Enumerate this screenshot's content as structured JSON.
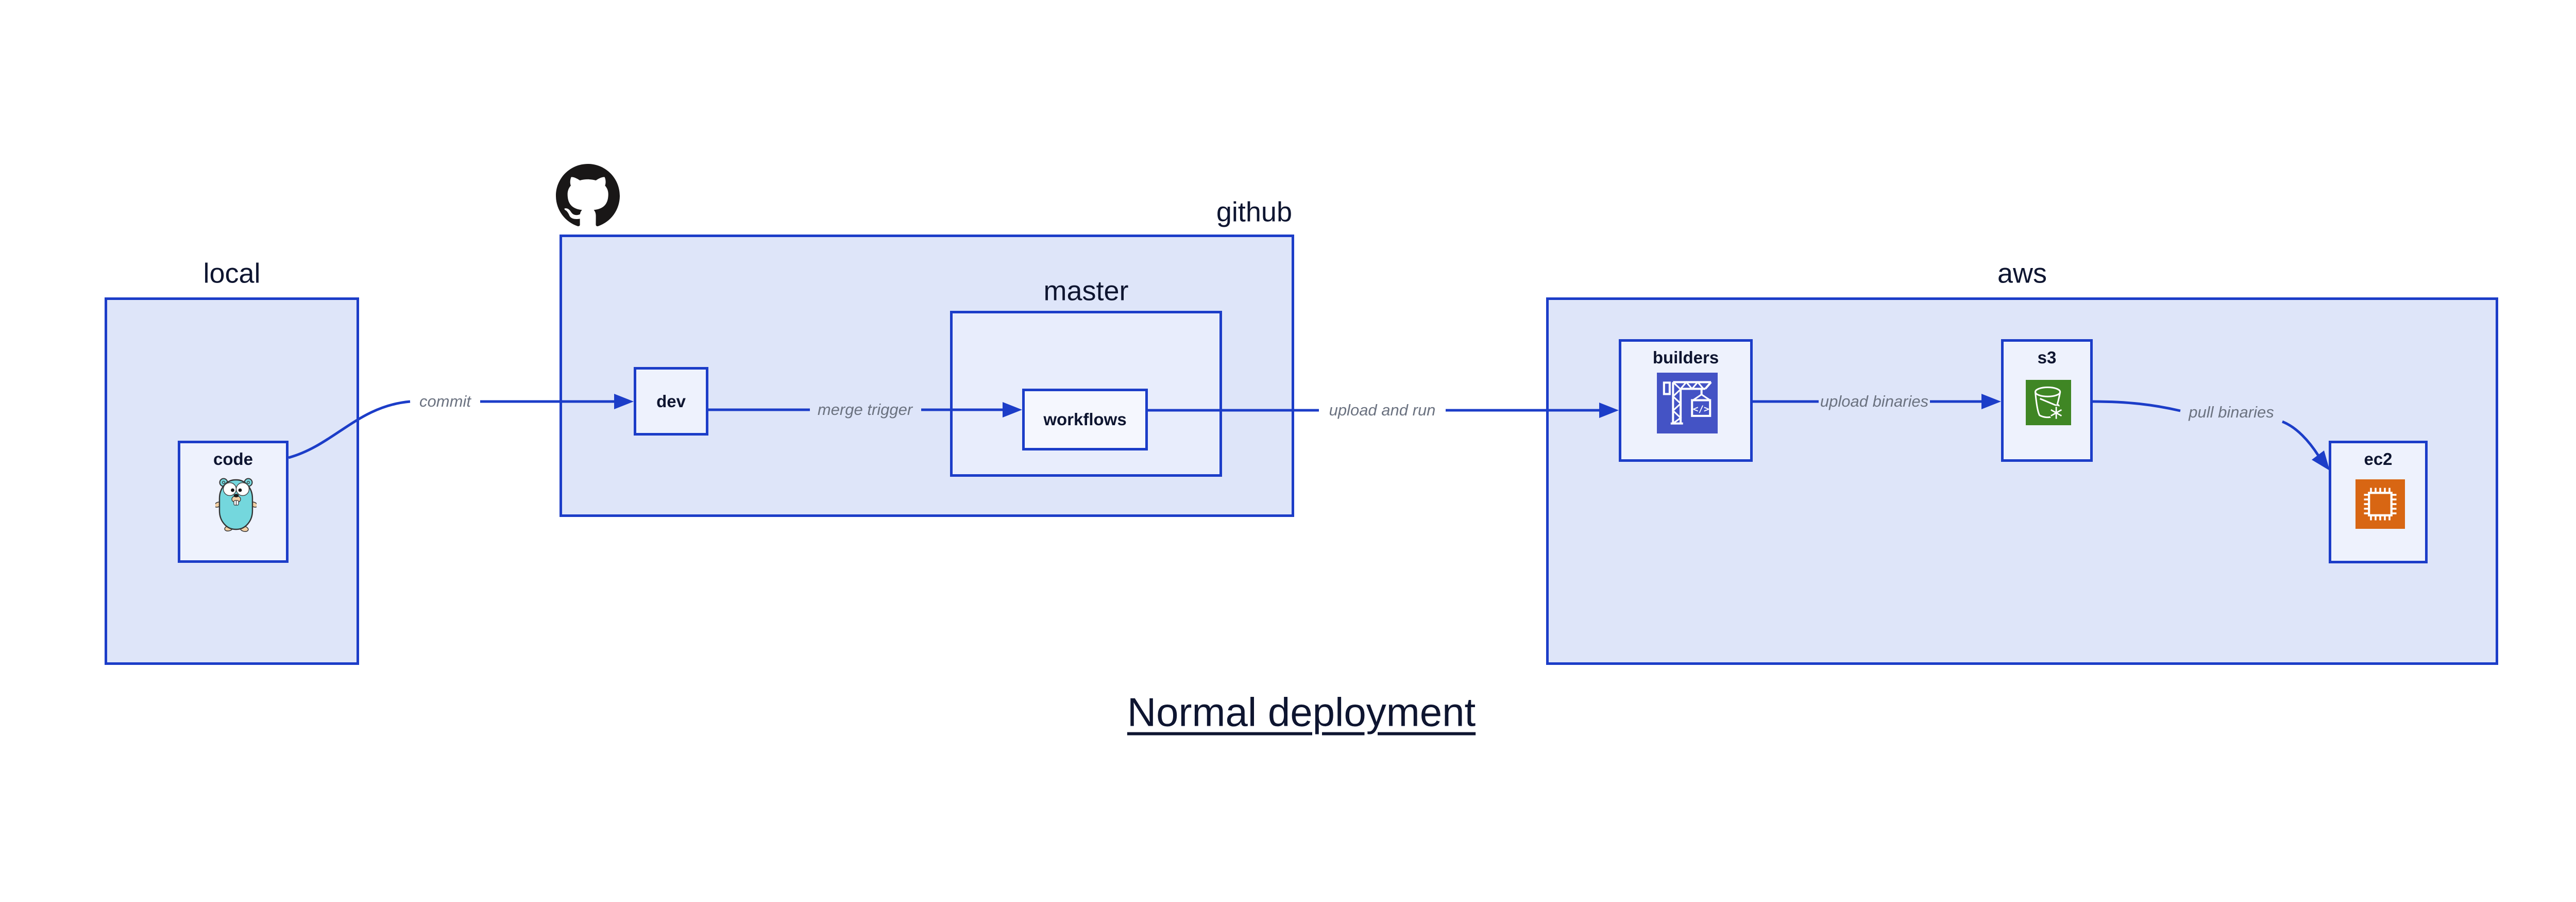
{
  "title": {
    "text": "Normal deployment"
  },
  "groups": {
    "local": {
      "label": "local"
    },
    "github": {
      "label": "github"
    },
    "master": {
      "label": "master"
    },
    "aws": {
      "label": "aws"
    }
  },
  "nodes": {
    "code": {
      "label": "code"
    },
    "dev": {
      "label": "dev"
    },
    "workflows": {
      "label": "workflows"
    },
    "builders": {
      "label": "builders"
    },
    "s3": {
      "label": "s3"
    },
    "ec2": {
      "label": "ec2"
    }
  },
  "edges": {
    "commit": {
      "label": "commit",
      "from": "code",
      "to": "dev"
    },
    "merge_trigger": {
      "label": "merge trigger",
      "from": "dev",
      "to": "workflows"
    },
    "upload_and_run": {
      "label": "upload and run",
      "from": "workflows",
      "to": "builders"
    },
    "upload_binaries": {
      "label": "upload binaries",
      "from": "builders",
      "to": "s3"
    },
    "pull_binaries": {
      "label": "pull binaries",
      "from": "s3",
      "to": "ec2"
    }
  },
  "icons": {
    "octocat": "github-octocat",
    "gopher": "go-gopher",
    "codebuild": "aws-codebuild-crane",
    "codebuild_glyph": "</>",
    "s3_glacier": "aws-s3-glacier-bucket",
    "ec2_chip": "aws-ec2-chip"
  },
  "colors": {
    "blue": "#1c3dc8",
    "container_fill": "#dee5f9",
    "master_fill": "#e8edfc",
    "node_fill": "#eef2fd",
    "workflows_fill": "#f5f7fe",
    "text_dark": "#0e1530",
    "edge_label_gray": "#6b7280",
    "codebuild_indigo": "#4453c5",
    "s3_green": "#3f8624",
    "ec2_orange": "#d86613",
    "octocat_black": "#191717",
    "gopher_teal": "#74d7dd",
    "gopher_beige": "#f2cfa4"
  }
}
